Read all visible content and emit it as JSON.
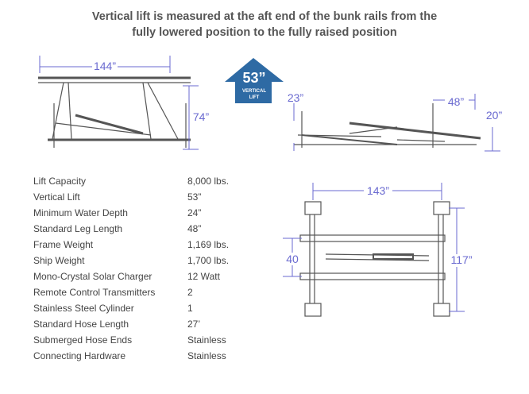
{
  "title": {
    "line1": "Vertical lift is measured at the aft end of the bunk rails from the",
    "line2": "fully lowered position to the fully raised position"
  },
  "badge": {
    "value": "53”",
    "label_line1": "VERTICAL",
    "label_line2": "LIFT"
  },
  "side_view": {
    "width": "144”",
    "height": "74”"
  },
  "raised_view": {
    "left": "23”",
    "top": "48”",
    "right": "20”"
  },
  "top_view": {
    "width": "143”",
    "inner": "40",
    "length": "117”"
  },
  "colors": {
    "dimension": "#6a6ad0",
    "badge": "#2e6aa4",
    "text": "#444444"
  },
  "specs": [
    {
      "label": "Lift Capacity",
      "value": "8,000 lbs."
    },
    {
      "label": "Vertical Lift",
      "value": "53”"
    },
    {
      "label": "Minimum Water Depth",
      "value": "24”"
    },
    {
      "label": "Standard Leg Length",
      "value": "48”"
    },
    {
      "label": "Frame Weight",
      "value": "1,169 lbs."
    },
    {
      "label": "Ship Weight",
      "value": "1,700 lbs."
    },
    {
      "label": "Mono-Crystal Solar Charger",
      "value": "12 Watt"
    },
    {
      "label": "Remote Control Transmitters",
      "value": "2"
    },
    {
      "label": "Stainless Steel Cylinder",
      "value": "1"
    },
    {
      "label": "Standard Hose Length",
      "value": "27’"
    },
    {
      "label": "Submerged Hose Ends",
      "value": "Stainless"
    },
    {
      "label": "Connecting Hardware",
      "value": "Stainless"
    }
  ]
}
